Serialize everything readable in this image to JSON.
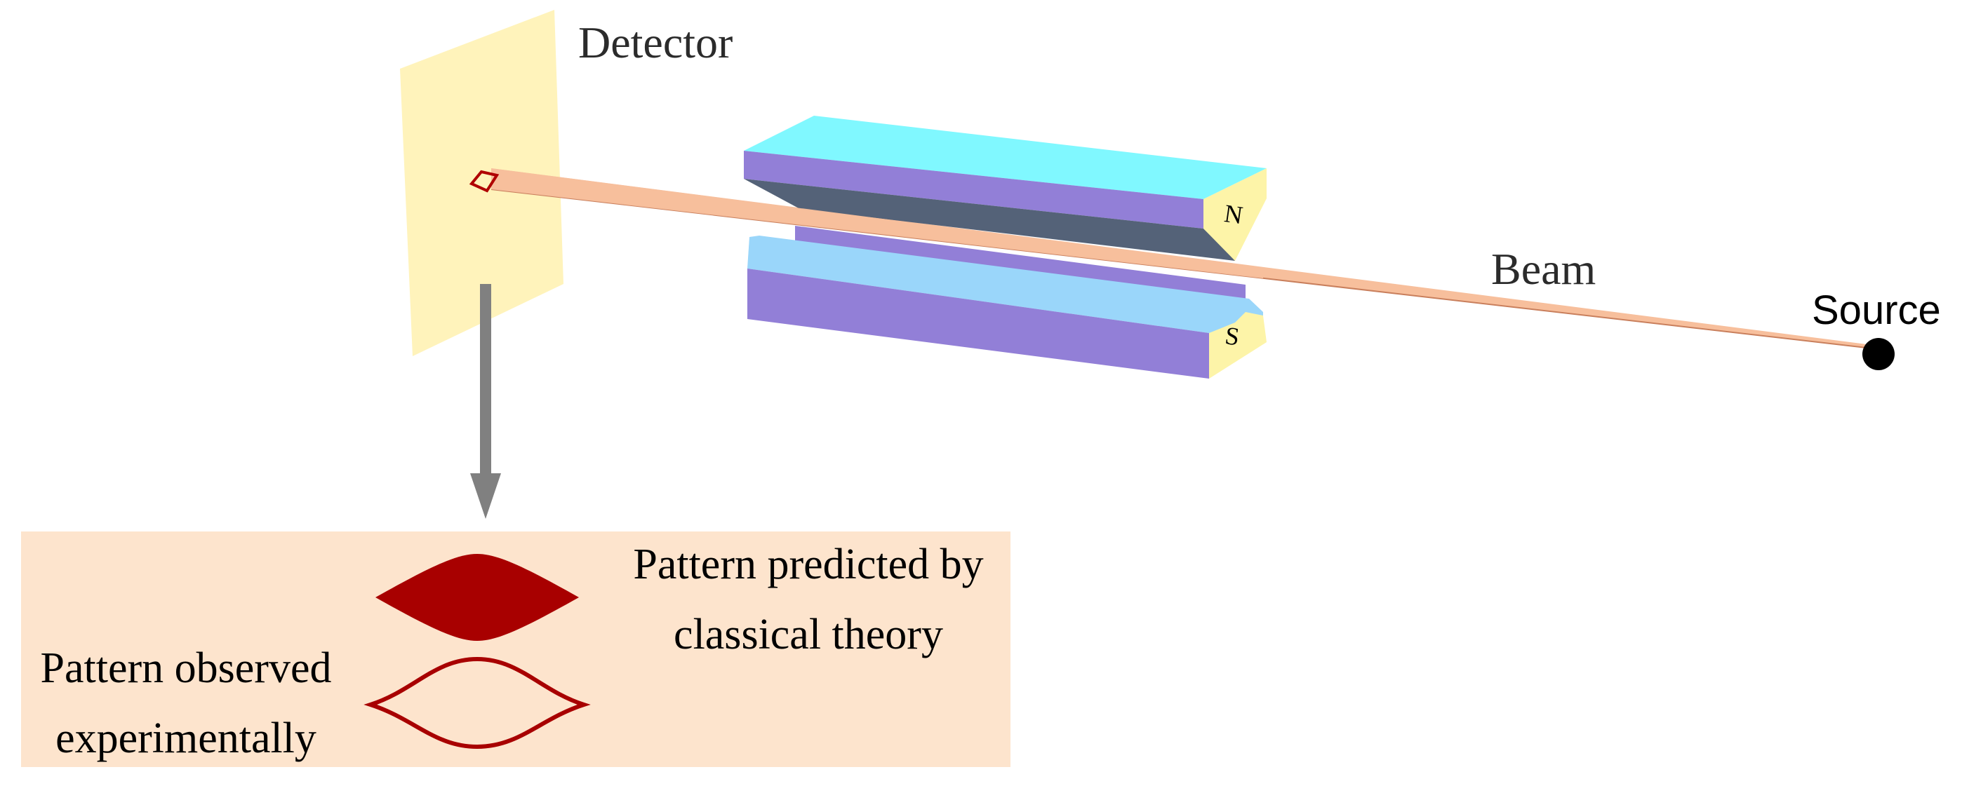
{
  "labels": {
    "detector": "Detector",
    "beam": "Beam",
    "source": "Source",
    "magnet_north": "N",
    "magnet_south": "S"
  },
  "result_panel": {
    "predicted": [
      "Pattern predicted by",
      "classical theory"
    ],
    "observed": [
      "Pattern observed",
      "experimentally"
    ]
  },
  "colors": {
    "detector_plate": "#fff3bb",
    "beam": "#f7bf9c",
    "magnet_top_face": "#80f8ff",
    "magnet_side": "#927fd7",
    "magnet_inner_shadow": "#546278",
    "magnet_end": "#fdf4a8",
    "magnet_lower_top": "#9ad6fa",
    "arrow": "#808080",
    "panel_background": "#fde4cd",
    "pattern": "#a80000",
    "source_dot": "#000000"
  }
}
